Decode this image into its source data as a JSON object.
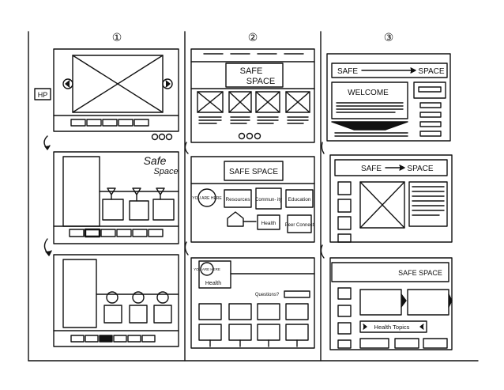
{
  "columns": [
    {
      "number": "①"
    },
    {
      "number": "②"
    },
    {
      "number": "③"
    }
  ],
  "hp_tag": "HP",
  "labels": {
    "c2_home_title_line1": "SAFE",
    "c2_home_title_line2": "SPACE",
    "c2_mid_title": "SAFE SPACE",
    "c2_you_are_here": "YOU ARE HERE",
    "c2_resources": "Resources",
    "c2_community": "Commun- ity",
    "c2_education": "Education",
    "c2_health": "Health",
    "c2_peer_connect": "Peer Connect",
    "c2_bottom_health": "Health",
    "c2_bottom_you_are_here": "YOU ARE HERE",
    "c2_questions": "Questions?",
    "c1_logo_line1": "Safe",
    "c1_logo_line2": "Space",
    "c3_top_safe": "SAFE",
    "c3_top_space": "SPACE",
    "c3_welcome": "WELCOME",
    "c3_mid_safe": "SAFE",
    "c3_mid_space": "SPACE",
    "c3_bottom_title": "SAFE SPACE",
    "c3_health_topics": "Health Topics"
  },
  "colors": {
    "ink": "#111111",
    "paper": "#ffffff"
  }
}
